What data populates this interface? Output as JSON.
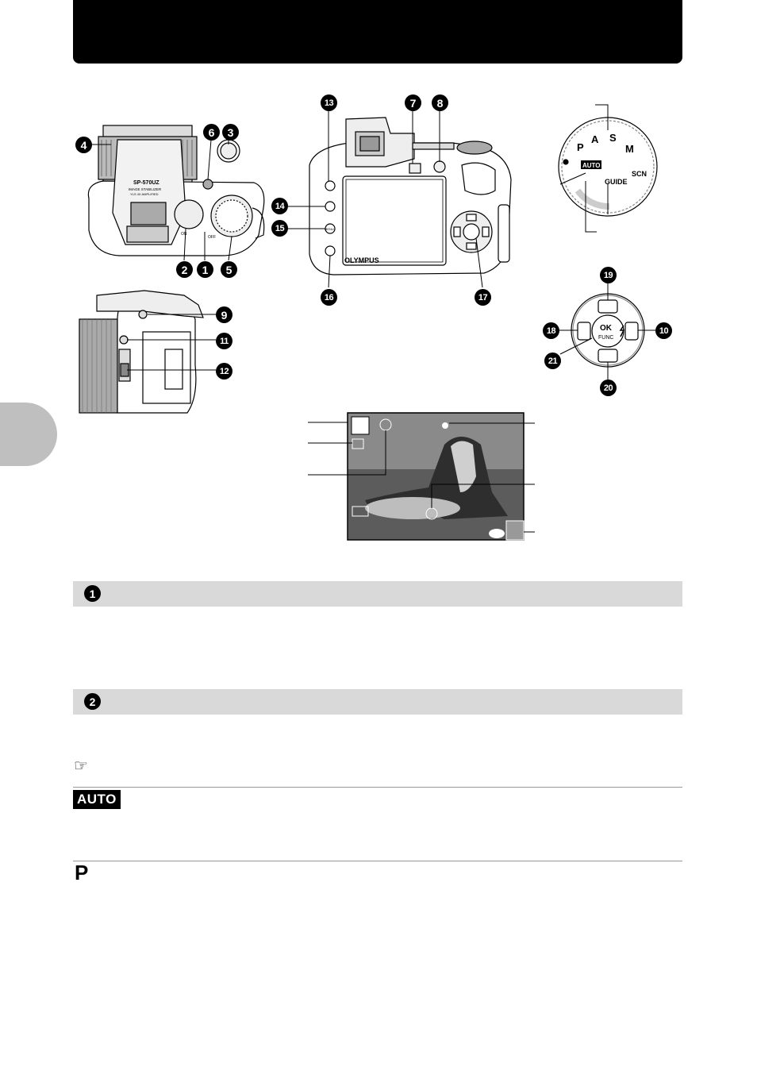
{
  "camera_top": {
    "model_label": "SP-570UZ",
    "stabilizer_label": "IMAGE STABILIZER",
    "lens_label": "YLS 4X AMPLIFIED",
    "on_label": "ON",
    "off_label": "OFF"
  },
  "camera_back": {
    "brand": "OLYMPUS",
    "menu_label": "MENU"
  },
  "mode_dial": {
    "modes": [
      "P",
      "A",
      "S",
      "M",
      "SCN",
      "GUIDE"
    ],
    "auto_label": "AUTO"
  },
  "arrow_pad": {
    "ok_label": "OK",
    "func_label": "FUNC"
  },
  "callouts": {
    "n1": "1",
    "n2": "2",
    "n3": "3",
    "n4": "4",
    "n5": "5",
    "n6": "6",
    "n7": "7",
    "n8": "8",
    "n9": "9",
    "n10": "10",
    "n11": "11",
    "n12": "12",
    "n13": "13",
    "n14": "14",
    "n15": "15",
    "n16": "16",
    "n17": "17",
    "n18": "18",
    "n19": "19",
    "n20": "20",
    "n21": "21"
  },
  "sections": [
    {
      "number": "1"
    },
    {
      "number": "2"
    }
  ],
  "modes": {
    "auto_badge": "AUTO",
    "p_label": "P"
  },
  "reference_icon": "pointing-hand-icon"
}
